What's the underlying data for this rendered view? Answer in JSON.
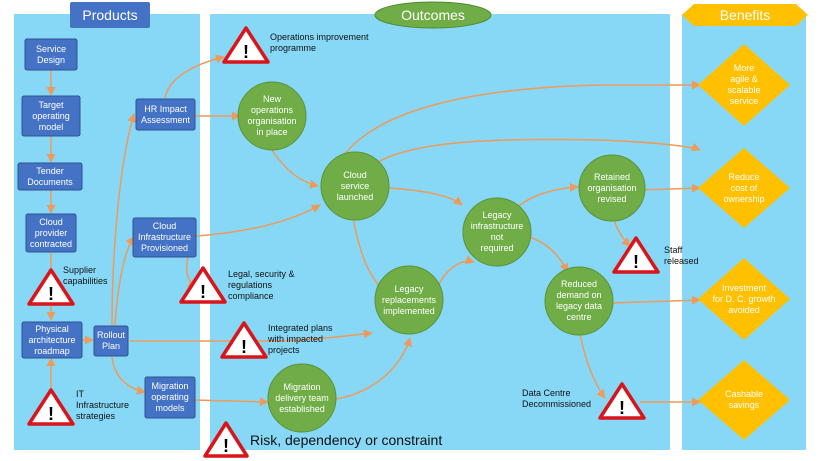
{
  "columns": {
    "products": "Products",
    "outcomes": "Outcomes",
    "benefits": "Benefits"
  },
  "products": {
    "service_design": "Service\nDesign",
    "target_operating_model": "Target\noperating\nmodel",
    "tender_documents": "Tender\nDocuments",
    "cloud_provider_contracted": "Cloud\nprovider\ncontracted",
    "physical_architecture_roadmap": "Physical\narchitecture\nroadmap",
    "rollout_plan": "Rollout\nPlan",
    "hr_impact_assessment": "HR Impact\nAssessment",
    "cloud_infrastructure_provisioned": "Cloud\nInfrastructure\nProvisioned",
    "migration_operating_models": "Migration\noperating\nmodels"
  },
  "outcomes": {
    "new_operations_organisation": "New\noperations\norganisation\nin place",
    "cloud_service_launched": "Cloud\nservice\nlaunched",
    "legacy_infrastructure_not_required": "Legacy\ninfrastructure\nnot\nrequired",
    "retained_organisation_revised": "Retained\norganisation\nrevised",
    "legacy_replacements_implemented": "Legacy\nreplacements\nimplemented",
    "reduced_demand_legacy_data_centre": "Reduced\ndemand on\nlegacy data\ncentre",
    "migration_delivery_team_established": "Migration\ndelivery team\nestablished"
  },
  "benefits": {
    "more_agile_scalable_service": "More\nagile &\nscalable\nservice",
    "reduce_cost_of_ownership": "Reduce\ncost of\nownership",
    "investment_dc_growth_avoided": "Investment\nfor D. C. growth\navoided",
    "cashable_savings": "Cashable\nsavings"
  },
  "risks": {
    "operations_improvement_programme": "Operations improvement\nprogramme",
    "supplier_capabilities": "Supplier\ncapabilities",
    "legal_security_regulations": "Legal, security &\nregulations\ncompliance",
    "integrated_plans": "Integrated plans\nwith impacted\nprojects",
    "it_infrastructure_strategies": "IT\nInfrastructure\nstrategies",
    "staff_released": "Staff\nreleased",
    "data_centre_decommissioned": "Data Centre\nDecommissioned"
  },
  "legend": {
    "risk_label": "Risk, dependency or constraint"
  },
  "colors": {
    "panel": "#87d8f7",
    "header": "#4472c4",
    "product_box": "#4472c4",
    "outcome_circle": "#70ad47",
    "benefit_diamond": "#ffc000",
    "arrow": "#ed9a5a",
    "risk_border": "#d9141b"
  }
}
